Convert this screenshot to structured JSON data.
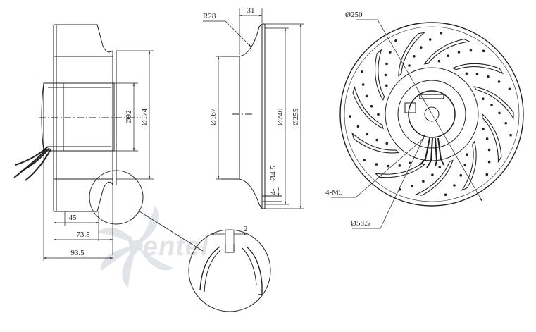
{
  "watermark": {
    "text": "Ventel"
  },
  "side_view": {
    "dimensions": {
      "dia_hub": "Ø92",
      "dia_body": "Ø174",
      "len_45": "45",
      "len_73_5": "73.5",
      "len_93_5": "93.5"
    }
  },
  "profile_view": {
    "dimensions": {
      "radius": "R28",
      "depth": "31",
      "dia_inlet": "Ø167",
      "dia_240": "Ø240",
      "dia_255": "Ø255",
      "hole_4": "4-",
      "hole_dia": "Ø4.5"
    }
  },
  "detail_view": {
    "dimensions": {
      "gap": "2"
    }
  },
  "front_view": {
    "dimensions": {
      "dia_250": "Ø250",
      "thread": "4-M5",
      "dia_58_5": "Ø58.5"
    }
  },
  "colors": {
    "line": "#222222",
    "watermark": "#c7ccd3",
    "watermark_accent": "#3aa0d8"
  }
}
